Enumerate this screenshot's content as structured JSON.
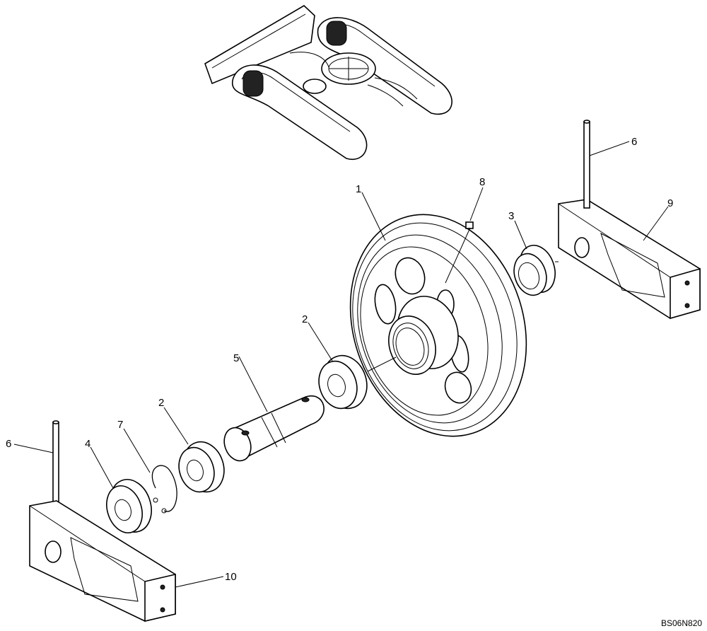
{
  "drawing_code": "BS06N820",
  "callouts": {
    "c1": "1",
    "c2a": "2",
    "c2b": "2",
    "c3": "3",
    "c4": "4",
    "c5": "5",
    "c6a": "6",
    "c6b": "6",
    "c7": "7",
    "c8": "8",
    "c9": "9",
    "c10": "10"
  }
}
